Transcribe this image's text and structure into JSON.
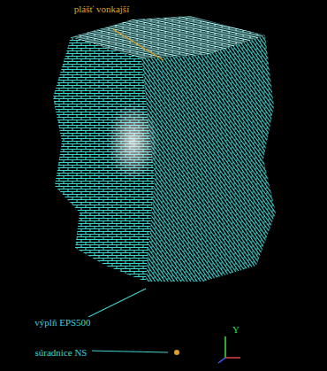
{
  "diagram": {
    "labels": [
      "plášť vonkajší",
      "výplň EPS500",
      "súradnice NS",
      "Y"
    ]
  }
}
